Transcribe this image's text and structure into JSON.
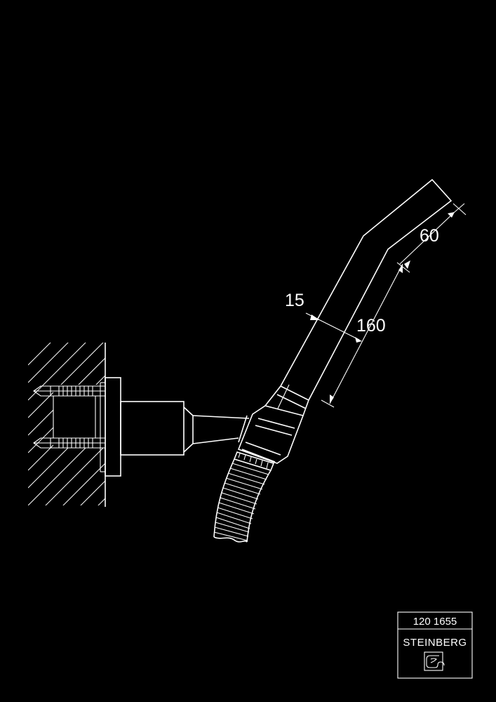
{
  "dimensions": {
    "head_width": "60",
    "hose_offset": "15",
    "handle_length": "160"
  },
  "title_block": {
    "product_code": "120 1655",
    "brand": "STEINBERG",
    "logo_icon": "steinberg-logo-icon"
  },
  "colors": {
    "background": "#000000",
    "line": "#ffffff"
  }
}
